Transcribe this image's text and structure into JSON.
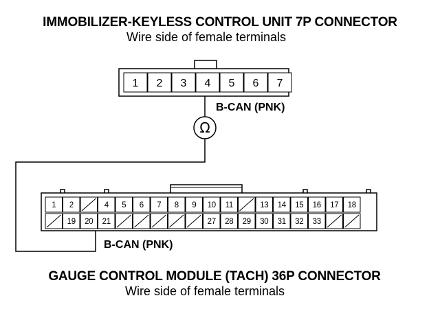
{
  "top_connector": {
    "title": "IMMOBILIZER-KEYLESS CONTROL UNIT 7P CONNECTOR",
    "subtitle": "Wire side of female terminals",
    "terminals": [
      "1",
      "2",
      "3",
      "4",
      "5",
      "6",
      "7"
    ],
    "wire_label": "B-CAN (PNK)"
  },
  "meter": {
    "symbol": "Ω",
    "icon": "ohmmeter-icon"
  },
  "bottom_connector": {
    "title": "GAUGE CONTROL MODULE (TACH) 36P CONNECTOR",
    "subtitle": "Wire side of female terminals",
    "wire_label": "B-CAN (PNK)",
    "top_row": [
      "1",
      "2",
      "",
      "4",
      "5",
      "6",
      "7",
      "8",
      "9",
      "10",
      "11",
      "",
      "13",
      "14",
      "15",
      "16",
      "17",
      "18"
    ],
    "bottom_row": [
      "",
      "19",
      "20",
      "21",
      "",
      "",
      "",
      "",
      "",
      "27",
      "28",
      "29",
      "30",
      "31",
      "32",
      "33",
      "",
      ""
    ]
  }
}
